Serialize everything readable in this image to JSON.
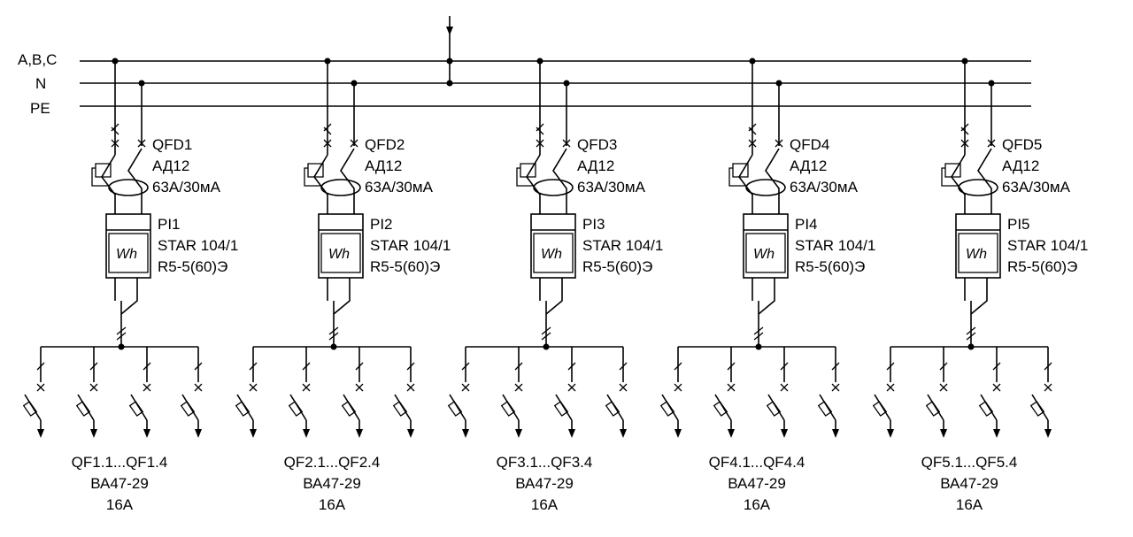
{
  "buses": [
    {
      "id": "abc",
      "label": "A,B,C"
    },
    {
      "id": "n",
      "label": "N"
    },
    {
      "id": "pe",
      "label": "PE"
    }
  ],
  "groups": [
    {
      "rcd": "QFD1",
      "rcd_type": "АД12",
      "rcd_rating": "63А/30мА",
      "meter": "PI1",
      "meter_type": "STAR 104/1",
      "meter_class": "R5-5(60)Э",
      "meter_symbol": "Wh",
      "breakers": "QF1.1...QF1.4",
      "breaker_type": "ВА47-29",
      "breaker_rating": "16А"
    },
    {
      "rcd": "QFD2",
      "rcd_type": "АД12",
      "rcd_rating": "63А/30мА",
      "meter": "PI2",
      "meter_type": "STAR 104/1",
      "meter_class": "R5-5(60)Э",
      "meter_symbol": "Wh",
      "breakers": "QF2.1...QF2.4",
      "breaker_type": "ВА47-29",
      "breaker_rating": "16А"
    },
    {
      "rcd": "QFD3",
      "rcd_type": "АД12",
      "rcd_rating": "63А/30мА",
      "meter": "PI3",
      "meter_type": "STAR 104/1",
      "meter_class": "R5-5(60)Э",
      "meter_symbol": "Wh",
      "breakers": "QF3.1...QF3.4",
      "breaker_type": "ВА47-29",
      "breaker_rating": "16А"
    },
    {
      "rcd": "QFD4",
      "rcd_type": "АД12",
      "rcd_rating": "63А/30мА",
      "meter": "PI4",
      "meter_type": "STAR 104/1",
      "meter_class": "R5-5(60)Э",
      "meter_symbol": "Wh",
      "breakers": "QF4.1...QF4.4",
      "breaker_type": "ВА47-29",
      "breaker_rating": "16А"
    },
    {
      "rcd": "QFD5",
      "rcd_type": "АД12",
      "rcd_rating": "63А/30мА",
      "meter": "PI5",
      "meter_type": "STAR 104/1",
      "meter_class": "R5-5(60)Э",
      "meter_symbol": "Wh",
      "breakers": "QF5.1...QF5.4",
      "breaker_type": "ВА47-29",
      "breaker_rating": "16А"
    }
  ]
}
